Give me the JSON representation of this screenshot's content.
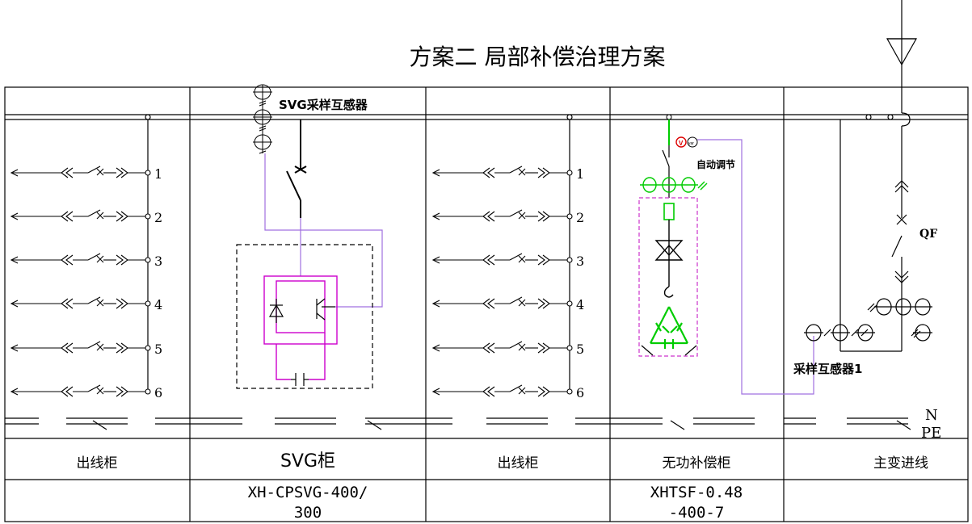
{
  "title": "方案二    局部补偿治理方案",
  "feeder_numbers": [
    "1",
    "2",
    "3",
    "4",
    "5",
    "6"
  ],
  "labels": {
    "svg_ct": "SVG采样互感器",
    "auto_adjust": "自动调节",
    "qf": "QF",
    "sample_ct1": "采样互感器1",
    "n": "N",
    "pe": "PE",
    "meter_v": "V",
    "meter_var": "var"
  },
  "cabinets": [
    {
      "name": "出线柜",
      "model_line1": "",
      "model_line2": ""
    },
    {
      "name": "SVG柜",
      "model_line1": "XH-CPSVG-400/",
      "model_line2": "300"
    },
    {
      "name": "出线柜",
      "model_line1": "",
      "model_line2": ""
    },
    {
      "name": "无功补偿柜",
      "model_line1": "XHTSF-0.48",
      "model_line2": "-400-7"
    },
    {
      "name": "主变进线",
      "model_line1": "",
      "model_line2": ""
    }
  ],
  "colors": {
    "line": "#000000",
    "signal": "#a070e0",
    "svg_module": "#cc00cc",
    "capacitor_green": "#00cc00",
    "filter_magenta": "#cc33cc",
    "meter_red": "#dd0000"
  }
}
